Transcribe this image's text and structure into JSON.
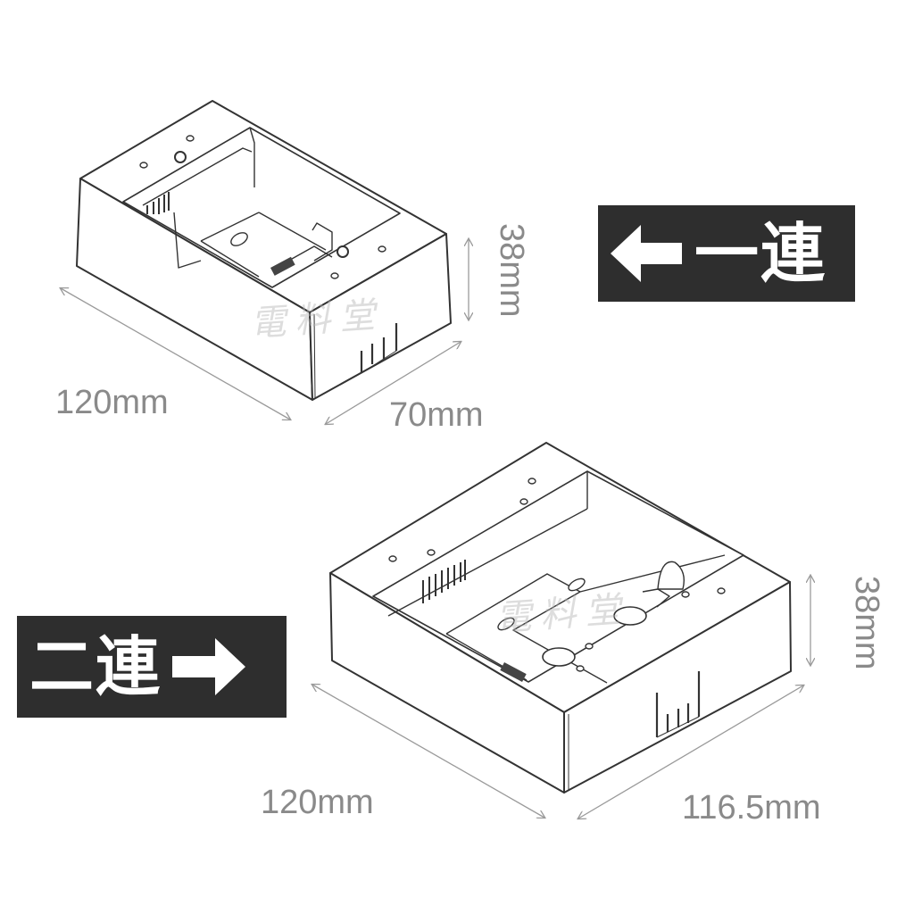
{
  "diagram": {
    "type": "product-dimension-drawing",
    "stroke_color": "#333333",
    "dimension_color": "#8a8a8a",
    "badge_bg": "#2e2e2e",
    "badge_fg": "#ffffff"
  },
  "single_box": {
    "badge_label": "一連",
    "badge_arrow": "left-arrow",
    "dims": {
      "length": "120mm",
      "width": "70mm",
      "height": "38mm"
    },
    "watermark": "電料堂"
  },
  "double_box": {
    "badge_label": "二連",
    "badge_arrow": "right-arrow",
    "dims": {
      "length": "120mm",
      "width": "116.5mm",
      "height": "38mm"
    },
    "watermark": "電料堂"
  }
}
